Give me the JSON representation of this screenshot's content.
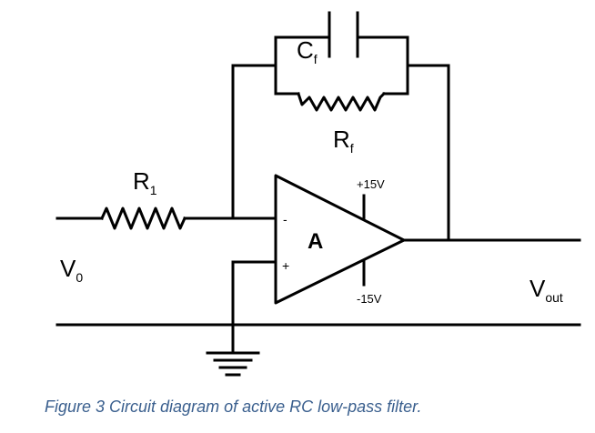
{
  "labels": {
    "capacitor_main": "C",
    "capacitor_sub": "f",
    "feedback_resistor_main": "R",
    "feedback_resistor_sub": "f",
    "input_resistor_main": "R",
    "input_resistor_sub": "1",
    "input_voltage_main": "V",
    "input_voltage_sub": "0",
    "output_voltage_main": "V",
    "output_voltage_sub": "out",
    "opamp": "A",
    "inverting_input": "-",
    "noninverting_input": "+",
    "positive_supply": "+15V",
    "negative_supply": "-15V"
  },
  "caption": "Figure 3 Circuit diagram of active RC low-pass filter.",
  "colors": {
    "wire": "#000000",
    "caption": "#3a5f8e"
  }
}
